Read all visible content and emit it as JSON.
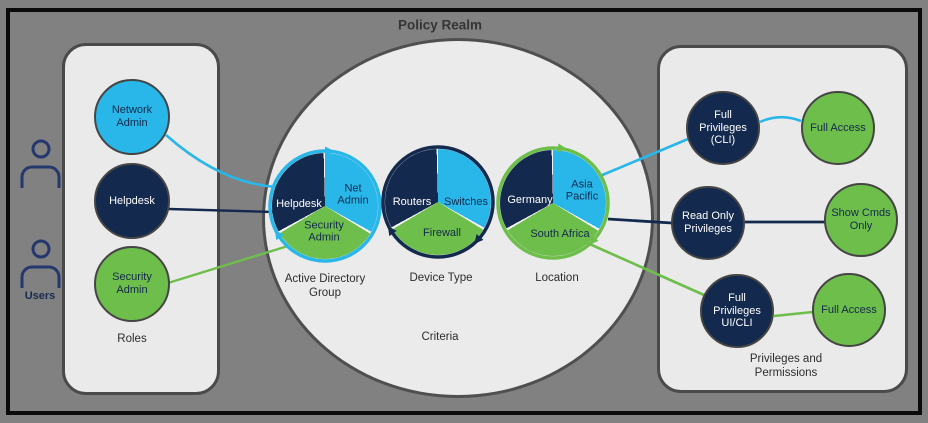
{
  "title": "Policy Realm",
  "users": {
    "label": "Users",
    "icon": "person-outline-icon"
  },
  "roles": {
    "caption": "Roles",
    "network_admin": "Network Admin",
    "helpdesk": "Helpdesk",
    "security_admin": "Security Admin"
  },
  "criteria": {
    "caption": "Criteria",
    "ad_group": {
      "caption": "Active Directory Group",
      "navy_slice": "Helpdesk",
      "cyan_slice": "Net Admin",
      "green_slice": "Security Admin",
      "ring_color": "cyan"
    },
    "device_type": {
      "caption": "Device Type",
      "navy_slice": "Routers",
      "cyan_slice": "Switches",
      "green_slice": "Firewall",
      "ring_color": "navy"
    },
    "location": {
      "caption": "Location",
      "navy_slice": "Germany",
      "cyan_slice": "Asia Pacific",
      "green_slice": "South Africa",
      "ring_color": "green"
    }
  },
  "privileges": {
    "caption": "Privileges and Permissions",
    "full_priv_cli": "Full Privileges (CLI)",
    "full_access_top": "Full Access",
    "read_only": "Read Only Privileges",
    "show_cmds": "Show Cmds Only",
    "full_priv_ui_cli": "Full Privileges UI/CLI",
    "full_access_bottom": "Full Access"
  },
  "colors": {
    "cyan": "#29B6E8",
    "navy": "#13294D",
    "green": "#6EBE4B",
    "background": "#818181",
    "panel_fill": "#EAEAEA",
    "frame": "#0B0B0B"
  }
}
